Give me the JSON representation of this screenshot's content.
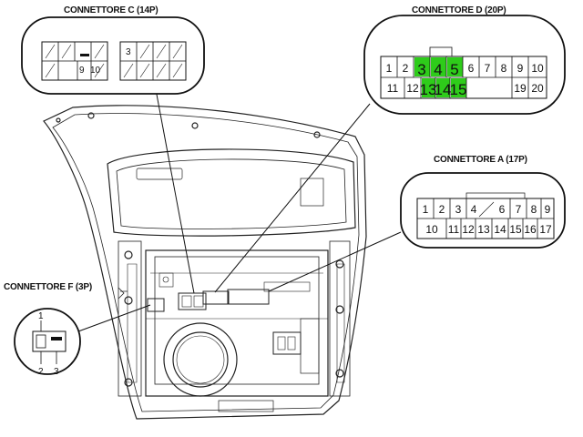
{
  "labels": {
    "connector_c": "CONNETTORE C (14P)",
    "connector_d": "CONNETTORE D (20P)",
    "connector_a": "CONNETTORE A (17P)",
    "connector_f": "CONNETTORE F (3P)"
  },
  "connector_c": {
    "pins": [
      "3",
      "9",
      "10"
    ]
  },
  "connector_d": {
    "top": [
      "1",
      "2",
      "3",
      "4",
      "5",
      "6",
      "7",
      "8",
      "9",
      "10"
    ],
    "bottom": [
      "11",
      "12",
      "13",
      "14",
      "15",
      "19",
      "20"
    ],
    "highlight_color": "#2ecc1a"
  },
  "connector_a": {
    "top": [
      "1",
      "2",
      "3",
      "4",
      "6",
      "7",
      "8",
      "9"
    ],
    "bottom": [
      "10",
      "11",
      "12",
      "13",
      "14",
      "15",
      "16",
      "17"
    ]
  },
  "connector_f": {
    "pins": [
      "1",
      "2",
      "3"
    ]
  }
}
